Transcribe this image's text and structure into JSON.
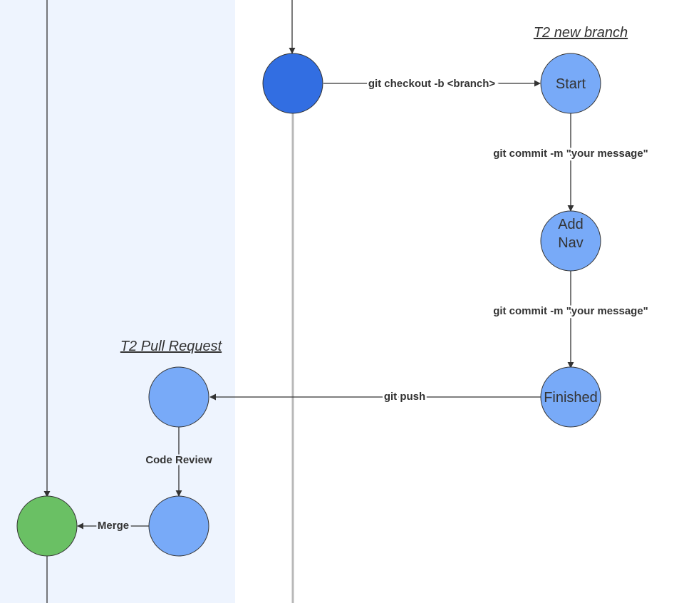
{
  "colors": {
    "lane_background": "#eef4fe",
    "main_commit": "#6ac064",
    "develop_commit": "#326ee2",
    "feature_commit": "#78aaf8",
    "edge": "#333333",
    "develop_branch_line": "#b8b8b8"
  },
  "labels": {
    "feature_branch_title": "T2 new branch",
    "pull_request_title": "T2 Pull Request"
  },
  "nodes": {
    "start": "Start",
    "add_nav_line1": "Add",
    "add_nav_line2": "Nav",
    "finished": "Finished"
  },
  "edges": {
    "checkout": "git checkout -b <branch>",
    "commit_1": "git commit -m \"your message\"",
    "commit_2": "git commit -m \"your message\"",
    "push": "git push",
    "code_review": "Code Review",
    "merge": "Merge"
  }
}
